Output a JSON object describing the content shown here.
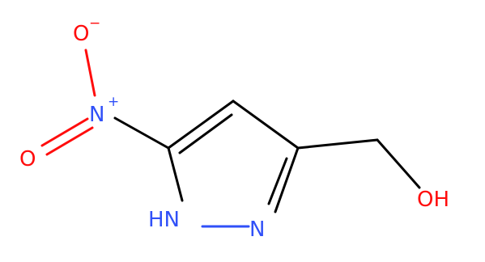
{
  "molecule": {
    "colors": {
      "carbon_bond": "#000000",
      "oxygen": "#ff0d0d",
      "nitrogen": "#3050f8"
    },
    "labels": {
      "o_minus": "O",
      "o_minus_charge": "−",
      "n_plus": "N",
      "n_plus_charge": "+",
      "o_double": "O",
      "nh": "HN",
      "n_ring": "N",
      "oh": "OH"
    }
  }
}
